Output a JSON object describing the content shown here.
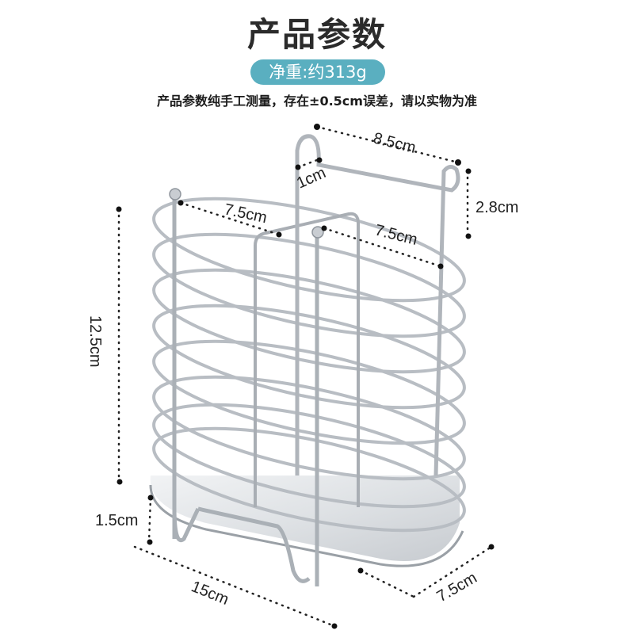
{
  "header": {
    "title": "产品参数",
    "weight_badge": "净重:约313g",
    "note": "产品参数纯手工测量，存在±0.5cm误差，请以实物为准"
  },
  "product": {
    "name": "stainless-steel-wire-utensil-holder",
    "colors": {
      "accent": "#5aafc0",
      "wire": "#c8ccd1",
      "wire_shadow": "#8e949b",
      "text": "#222222"
    }
  },
  "dimensions": {
    "hook_width": "8.5cm",
    "hook_depth": "1cm",
    "hook_height": "2.8cm",
    "compartment_left": "7.5cm",
    "compartment_right": "7.5cm",
    "total_height": "12.5cm",
    "foot_height": "1.5cm",
    "length": "15cm",
    "width": "7.5cm"
  }
}
